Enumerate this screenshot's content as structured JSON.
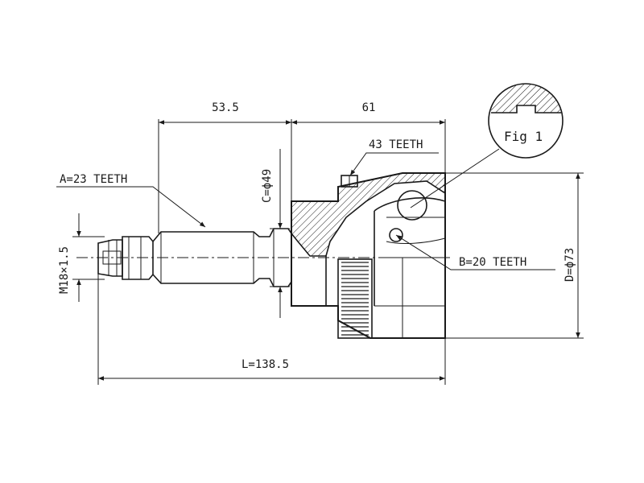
{
  "dimensions": {
    "shaft_length": "53.5",
    "joint_length": "61",
    "total_length": "L=138.5",
    "abs_ring_teeth": "43 TEETH",
    "outer_spline": "A=23 TEETH",
    "inner_spline": "B=20 TEETH",
    "seal_diameter": "C=ϕ49",
    "outer_diameter": "D=ϕ73",
    "thread": "M18×1.5"
  },
  "detail": {
    "label": "Fig 1"
  },
  "colors": {
    "ink": "#1a1a1a",
    "background": "#ffffff"
  }
}
